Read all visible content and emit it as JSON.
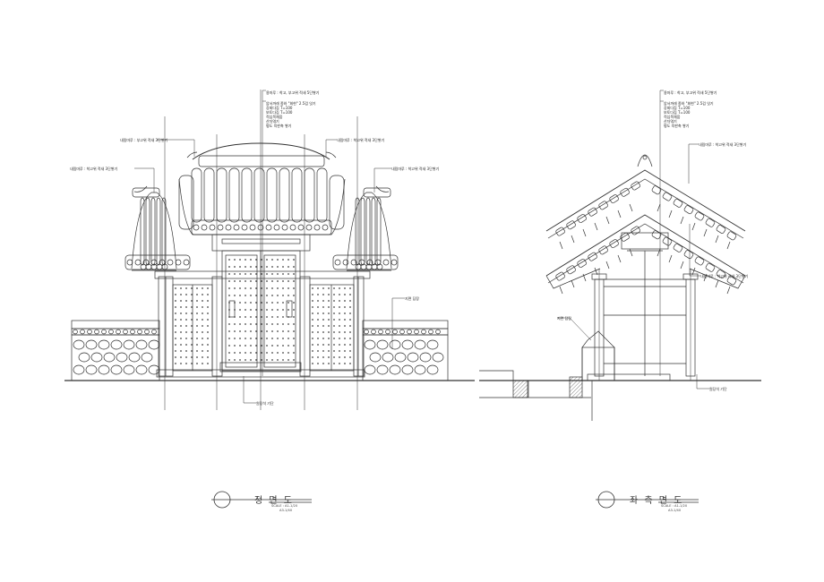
{
  "front": {
    "title": "정 면 도",
    "scale_a": "SCALE : A1-1/20",
    "scale_b": "A3-1/40",
    "note_top_1": "용마루 : 착고, 부고위 적새 5단쌓기",
    "note_top_2": "암서까래 종와 \"회현\" 2.5검 잇기",
    "note_top_3": "강회다짐 T=100",
    "note_top_4": "보토다짐 T=100",
    "note_top_5": "적심목채움",
    "note_top_6": "산자엮기",
    "note_top_7": "평도 육판축 쌓기",
    "note_left_1": "내림마루 : 부고위 적새 3단쌓기",
    "note_left_2": "내림마루 : 착고위 적새 3단쌓기",
    "note_right_1": "내림마루 : 착고위 적새 3단쌓기",
    "note_right_2": "내림마루 : 착고위 적새 3단쌓기",
    "note_wall": "지면 담장",
    "note_bottom": "원당석 기단"
  },
  "side": {
    "title": "좌 측 면 도",
    "scale_a": "SCALE : A1-1/20",
    "scale_b": "A3-1/40",
    "note_top_1": "용마루 : 착고, 부고위 적새 5단쌓기",
    "note_top_2": "암서까래 종와 \"회현\" 2.5검 잇기",
    "note_top_3": "강회다짐 T=100",
    "note_top_4": "보토다짐 T=100",
    "note_top_5": "적심목채움",
    "note_top_6": "산자엮기",
    "note_top_7": "평도 육판축 쌓기",
    "note_right_1": "내림마루 : 착고위 적새 3단쌓기",
    "note_right_2": "내림마루 : 착고위 적새 3단쌓기",
    "note_wall": "지면 담장",
    "note_bottom": "원당석 기단"
  }
}
